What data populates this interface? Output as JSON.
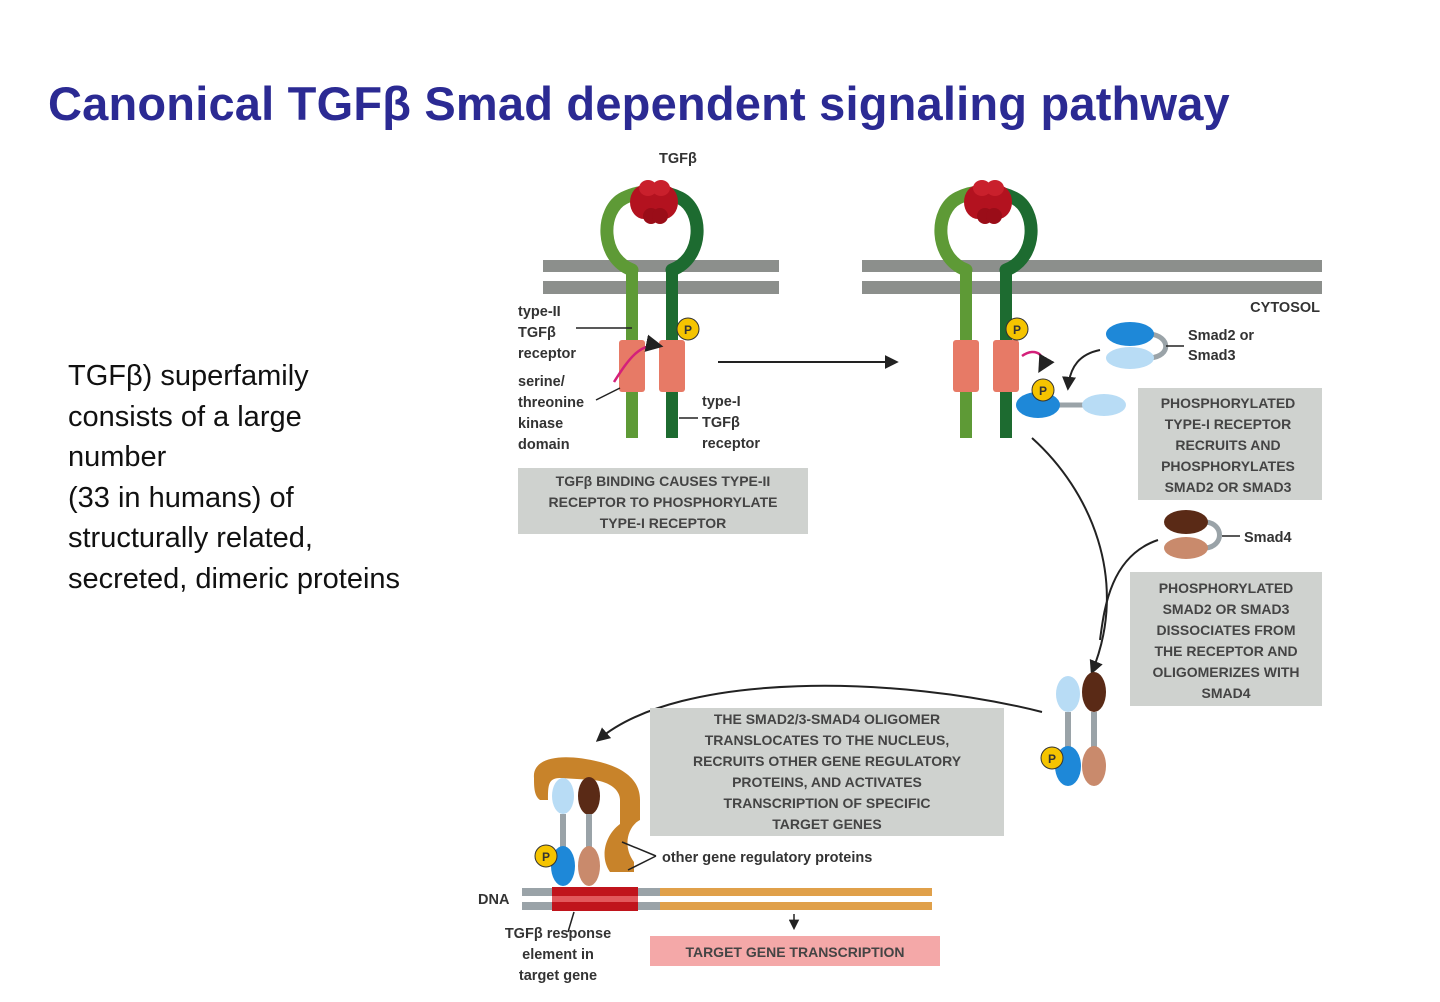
{
  "title": "Canonical TGFβ Smad dependent signaling pathway",
  "intro_lines": [
    "TGFβ) superfamily",
    "consists of a large",
    "number",
    "(33 in humans) of",
    "structurally related,",
    "secreted, dimeric proteins"
  ],
  "diagram": {
    "ligand_label": "TGFβ",
    "cytosol_label": "CYTOSOL",
    "phospho_symbol": "P",
    "type2_receptor_label": [
      "type-II",
      "TGFβ",
      "receptor"
    ],
    "kinase_label": [
      "serine/",
      "threonine",
      "kinase",
      "domain"
    ],
    "type1_receptor_label": [
      "type-I",
      "TGFβ",
      "receptor"
    ],
    "smad23_label": [
      "Smad2 or",
      "Smad3"
    ],
    "smad4_label": "Smad4",
    "box_binding": [
      "TGFβ BINDING CAUSES TYPE-II",
      "RECEPTOR TO PHOSPHORYLATE",
      "TYPE-I RECEPTOR"
    ],
    "box_recruits": [
      "PHOSPHORYLATED",
      "TYPE-I RECEPTOR",
      "RECRUITS AND",
      "PHOSPHORYLATES",
      "SMAD2 OR SMAD3"
    ],
    "box_dissociates": [
      "PHOSPHORYLATED",
      "SMAD2 OR SMAD3",
      "DISSOCIATES FROM",
      "THE RECEPTOR AND",
      "OLIGOMERIZES WITH",
      "SMAD4"
    ],
    "box_oligomer": [
      "THE SMAD2/3-SMAD4 OLIGOMER",
      "TRANSLOCATES TO THE NUCLEUS,",
      "RECRUITS OTHER GENE REGULATORY",
      "PROTEINS, AND ACTIVATES",
      "TRANSCRIPTION OF SPECIFIC",
      "TARGET GENES"
    ],
    "other_proteins_label": "other gene regulatory proteins",
    "dna_label": "DNA",
    "response_element_label": [
      "TGFβ response",
      "element in",
      "target gene"
    ],
    "target_transcription_label": "TARGET GENE TRANSCRIPTION"
  },
  "colors": {
    "title": "#2b2a93",
    "receptor_light_green": "#5e9a36",
    "receptor_dark_green": "#1d6b30",
    "ligand_red": "#b3121f",
    "kinase_salmon": "#e77a66",
    "membrane_gray": "#8c8f8c",
    "smad_blue": "#1e88d8",
    "smad_light_blue": "#b8dcf5",
    "smad4_brown": "#5a2a16",
    "smad4_tan": "#c98a6c",
    "phospho_yellow": "#f5c400",
    "box_gray": "#cfd2cf",
    "target_pink": "#f4a8a8",
    "dna_orange": "#e0a04a",
    "response_red": "#c0141c",
    "regulatory_orange": "#c8832a"
  }
}
